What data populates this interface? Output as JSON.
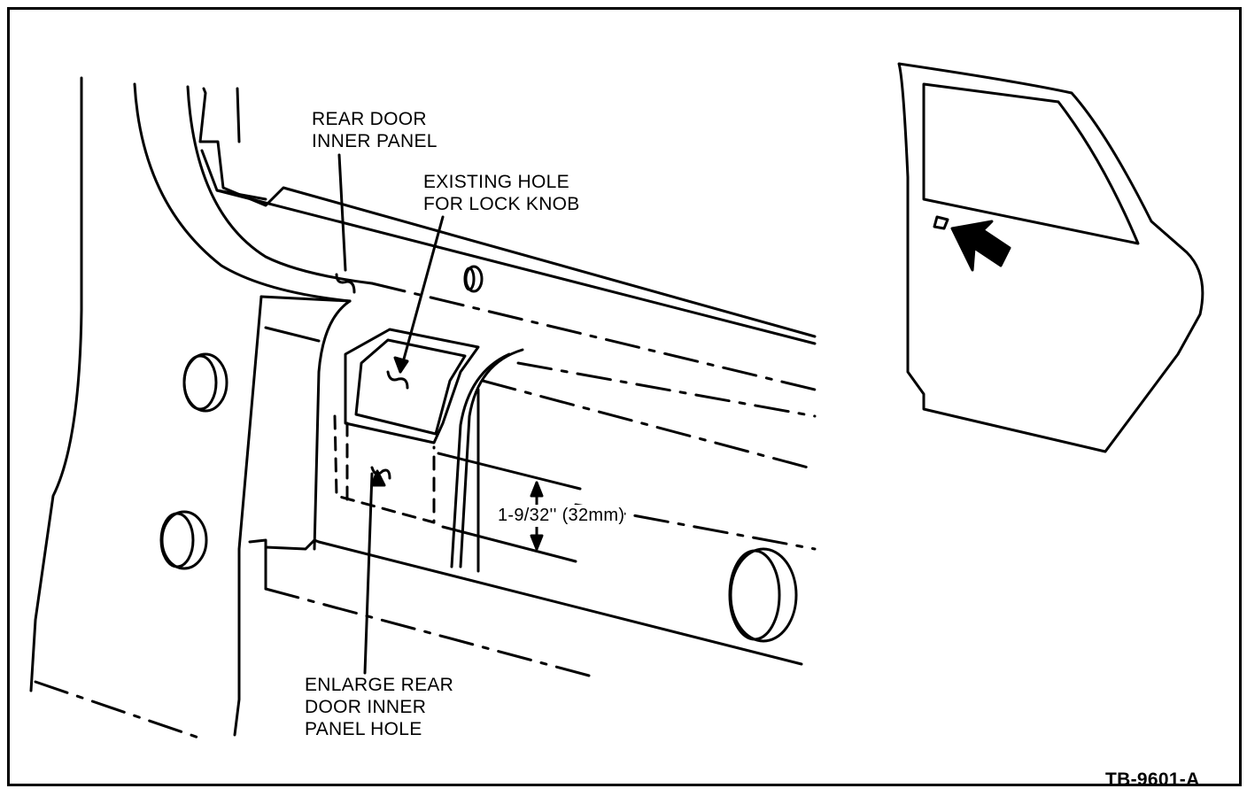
{
  "labels": {
    "rear_door_inner_panel": [
      "REAR DOOR",
      "INNER PANEL"
    ],
    "existing_hole": [
      "EXISTING HOLE",
      "FOR LOCK KNOB"
    ],
    "enlarge_hole": [
      "ENLARGE REAR",
      "DOOR INNER",
      "PANEL HOLE"
    ],
    "dimension": "1-9/32'' (32mm)",
    "figure_code": "TB-9601-A"
  }
}
